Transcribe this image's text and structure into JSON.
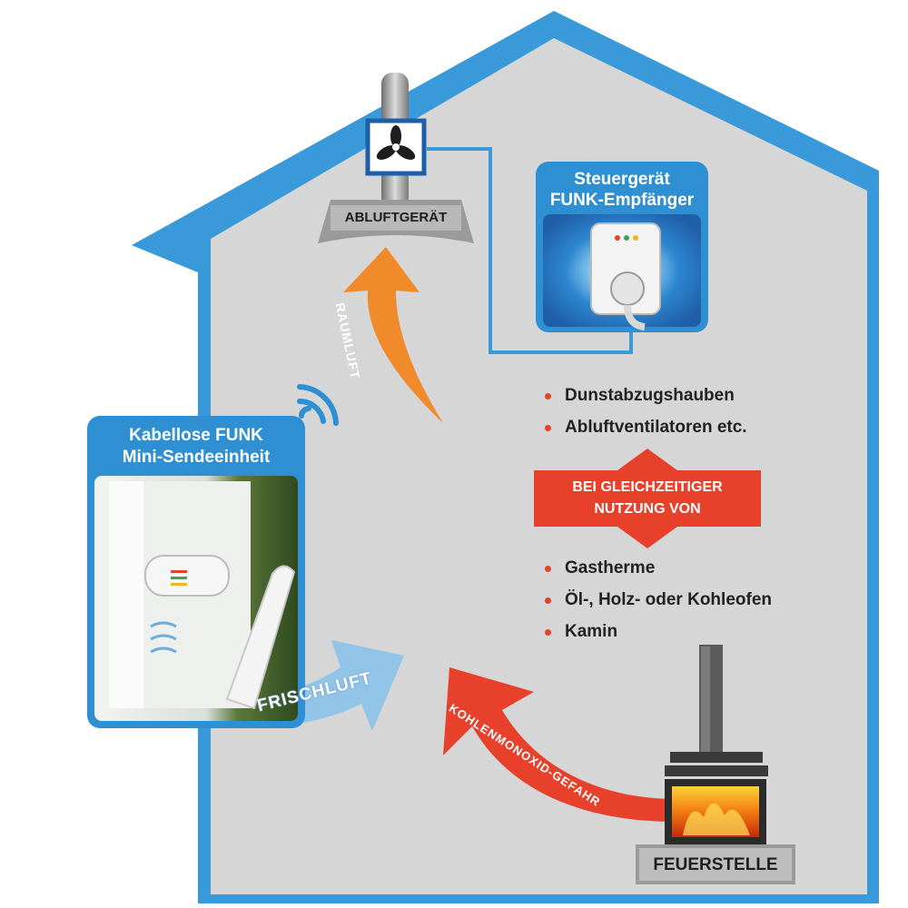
{
  "exhaust_device": {
    "label": "ABLUFTGERÄT"
  },
  "receiver": {
    "title_line1": "Steuergerät",
    "title_line2": "FUNK-Empfänger"
  },
  "transmitter": {
    "title_line1": "Kabellose FUNK",
    "title_line2": "Mini-Sendeeinheit"
  },
  "arrows": {
    "room_air": "RAUMLUFT",
    "fresh_air": "FRISCHLUFT",
    "co_danger": "KOHLENMONOXID-GEFAHR"
  },
  "extractors": [
    "Dunstabzugshauben",
    "Abluftventilatoren etc."
  ],
  "notice": {
    "line1": "BEI GLEICHZEITIGER",
    "line2": "NUTZUNG VON"
  },
  "heaters": [
    "Gastherme",
    "Öl-, Holz- oder Kohleofen",
    "Kamin"
  ],
  "fireplace": {
    "label": "FEUERSTELLE"
  },
  "colors": {
    "house_outline": "#3a9ad9",
    "house_fill": "#d6d6d6",
    "arrow_room_air": "#f08a2a",
    "arrow_fresh_air": "#8cc2e8",
    "arrow_co": "#e8412b",
    "bullet": "#e8412b"
  },
  "icons": [
    "fan-icon",
    "wireless-signal-icon",
    "stove-icon",
    "double-arrow-icon"
  ]
}
